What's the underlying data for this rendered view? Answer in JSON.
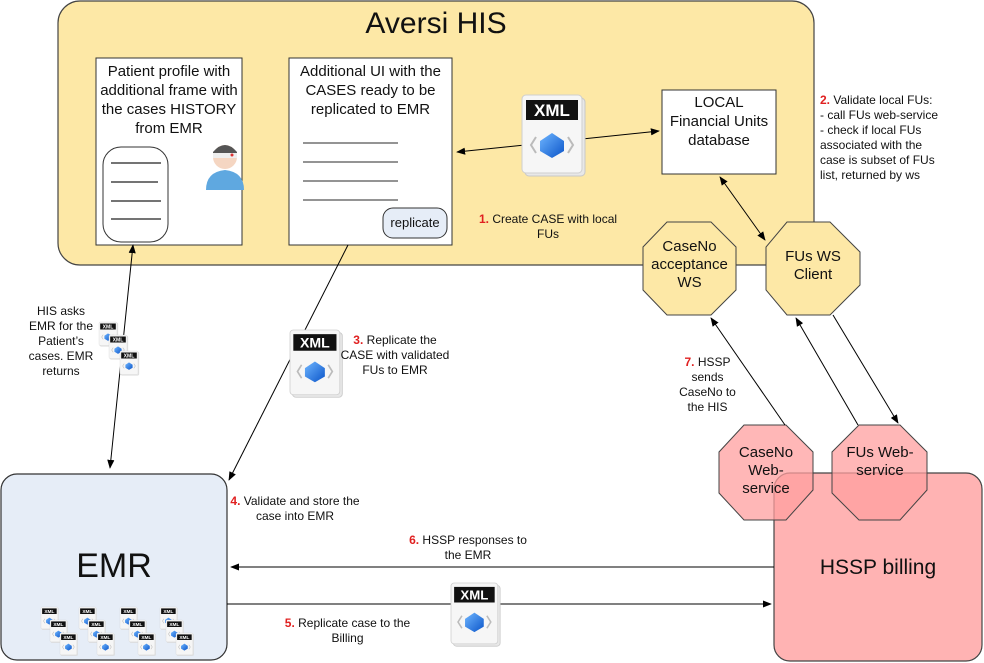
{
  "diagram": {
    "his": {
      "title": "Aversi HIS",
      "fill": "#fde8a6",
      "patient_panel": "Patient profile with additional frame with the cases HISTORY from EMR",
      "cases_panel": "Additional UI with the CASES ready to be replicated to EMR",
      "replicate_button": "replicate",
      "local_db": "LOCAL Financial Units database",
      "caseno_ws": "CaseNo acceptance WS",
      "fus_client": "FUs WS Client"
    },
    "emr": {
      "title": "EMR",
      "fill": "#e6edf7"
    },
    "hssp": {
      "title": "HSSP billing",
      "fill": "#ffb3b3",
      "caseno_ws": "CaseNo Web-service",
      "fus_ws": "FUs Web-service"
    },
    "xml_icon_label": "XML",
    "accent_number_color": "#e02020",
    "steps": [
      {
        "num": "1.",
        "text": "Create CASE with local FUs"
      },
      {
        "num": "2.",
        "text": "Validate local FUs:",
        "lines": [
          "- call FUs web-service",
          "- check if local FUs",
          "associated with the",
          "case is subset of FUs",
          "list, returned by ws"
        ]
      },
      {
        "num": "3.",
        "text": "Replicate the CASE with validated FUs to EMR"
      },
      {
        "num": "4.",
        "text": "Validate and store the case into EMR"
      },
      {
        "num": "5.",
        "text": "Replicate case to the Billing"
      },
      {
        "num": "6.",
        "text": "HSSP responses to the EMR"
      },
      {
        "num": "7.",
        "text": "HSSP sends CaseNo to the HIS"
      }
    ],
    "his_emr_note": "HIS asks EMR for the Patient’s cases. EMR returns"
  }
}
